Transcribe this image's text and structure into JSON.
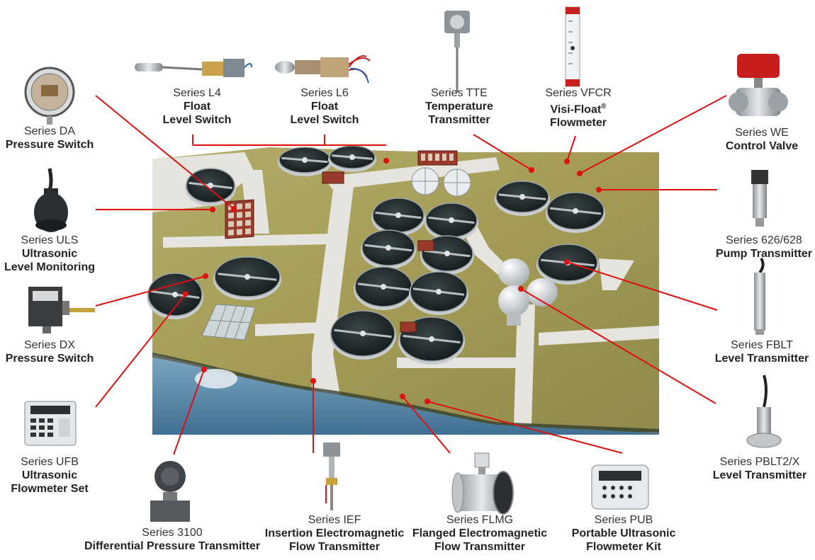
{
  "products": [
    {
      "id": "da",
      "series": "Series DA",
      "desc": [
        "Pressure Switch"
      ]
    },
    {
      "id": "l4",
      "series": "Series L4",
      "desc": [
        "Float",
        "Level Switch"
      ]
    },
    {
      "id": "l6",
      "series": "Series L6",
      "desc": [
        "Float",
        "Level Switch"
      ]
    },
    {
      "id": "tte",
      "series": "Series TTE",
      "desc": [
        "Temperature",
        "Transmitter"
      ]
    },
    {
      "id": "vfcr",
      "series": "Series VFCR",
      "desc": [
        "Visi-Float",
        "Flowmeter"
      ],
      "reg": "®"
    },
    {
      "id": "we",
      "series": "Series WE",
      "desc": [
        "Control Valve"
      ]
    },
    {
      "id": "uls",
      "series": "Series ULS",
      "desc": [
        "Ultrasonic",
        "Level Monitoring"
      ]
    },
    {
      "id": "p626",
      "series": "Series 626/628",
      "desc": [
        "Pump Transmitter"
      ]
    },
    {
      "id": "dx",
      "series": "Series DX",
      "desc": [
        "Pressure Switch"
      ]
    },
    {
      "id": "fblt",
      "series": "Series FBLT",
      "desc": [
        "Level Transmitter"
      ]
    },
    {
      "id": "ufb",
      "series": "Series UFB",
      "desc": [
        "Ultrasonic",
        "Flowmeter Set"
      ]
    },
    {
      "id": "pblt",
      "series": "Series PBLT2/X",
      "desc": [
        "Level Transmitter"
      ]
    },
    {
      "id": "s3100",
      "series": "Series 3100",
      "desc": [
        "Differential Pressure Transmitter"
      ]
    },
    {
      "id": "ief",
      "series": "Series IEF",
      "desc": [
        "Insertion Electromagnetic",
        "Flow Transmitter"
      ]
    },
    {
      "id": "flmg",
      "series": "Series FLMG",
      "desc": [
        "Flanged Electromagnetic",
        "Flow Transmitter"
      ]
    },
    {
      "id": "pub",
      "series": "Series PUB",
      "desc": [
        "Portable Ultrasonic",
        "Flowmeter Kit"
      ]
    }
  ],
  "colors": {
    "leader": "#e01010",
    "ground": "#a9a25a",
    "water": "#5f8fb0",
    "road": "#e4e2dc",
    "tank": "#1e2a2c"
  }
}
